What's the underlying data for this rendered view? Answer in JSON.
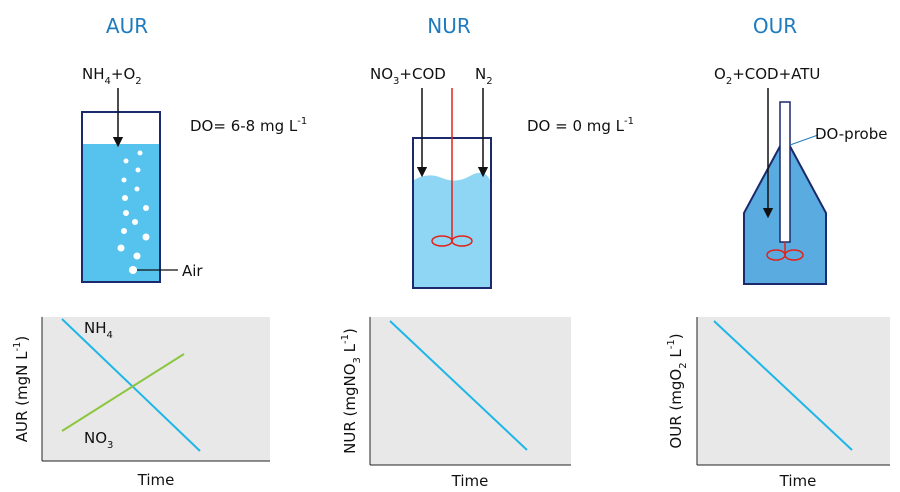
{
  "panels": {
    "aur": {
      "title": "AUR",
      "input": {
        "a": "NH",
        "a_sub": "4",
        "b": "+O",
        "b_sub": "2"
      },
      "do_text": {
        "main": "DO= 6-8 mg L",
        "sup": "-1"
      },
      "air_label": "Air"
    },
    "nur": {
      "title": "NUR",
      "input": {
        "a": "NO",
        "a_sub": "3",
        "b": "+COD"
      },
      "n2": {
        "main": "N",
        "sub": "2"
      },
      "do_text": {
        "main": "DO = 0 mg L",
        "sup": "-1"
      }
    },
    "our": {
      "title": "OUR",
      "input": {
        "a": "O",
        "a_sub": "2",
        "b": "+COD+ATU"
      },
      "probe_label": "DO-probe"
    }
  },
  "colors": {
    "title_blue": "#1f7bbf",
    "water_aur": "#55c3ee",
    "water_nur": "#8fd6f5",
    "water_our": "#5aabe0",
    "rate_line": "#1eb6e8",
    "no3_line": "#8cc63f",
    "stirrer": "#e2231a",
    "plot_bg": "#e8e8e8"
  },
  "chart_data": [
    {
      "type": "line",
      "ylabel": "AUR (mgN L-1)",
      "xlabel": "Time",
      "series": [
        {
          "name": "NH4",
          "x": [
            0,
            1
          ],
          "y": [
            1,
            0
          ]
        },
        {
          "name": "NO3",
          "x": [
            0,
            1
          ],
          "y": [
            0,
            0.75
          ]
        }
      ],
      "ylabel_parts": {
        "main": "AUR (mgN L",
        "sup": "-1",
        "end": ")"
      },
      "series_labels": {
        "nh4": "NH",
        "nh4_sub": "4",
        "no3": "NO",
        "no3_sub": "3"
      }
    },
    {
      "type": "line",
      "ylabel": "NUR (mgNO3 L-1)",
      "xlabel": "Time",
      "series": [
        {
          "x": [
            0,
            1
          ],
          "y": [
            1,
            0
          ]
        }
      ],
      "ylabel_parts": {
        "main": "NUR (mgNO",
        "sub": "3",
        "mid": " L",
        "sup": "-1",
        "end": ")"
      }
    },
    {
      "type": "line",
      "ylabel": "OUR (mgO2 L-1)",
      "xlabel": "Time",
      "series": [
        {
          "x": [
            0,
            1
          ],
          "y": [
            1,
            0
          ]
        }
      ],
      "ylabel_parts": {
        "main": "OUR (mgO",
        "sub": "2",
        "mid": " L",
        "sup": "-1",
        "end": ")"
      }
    }
  ]
}
